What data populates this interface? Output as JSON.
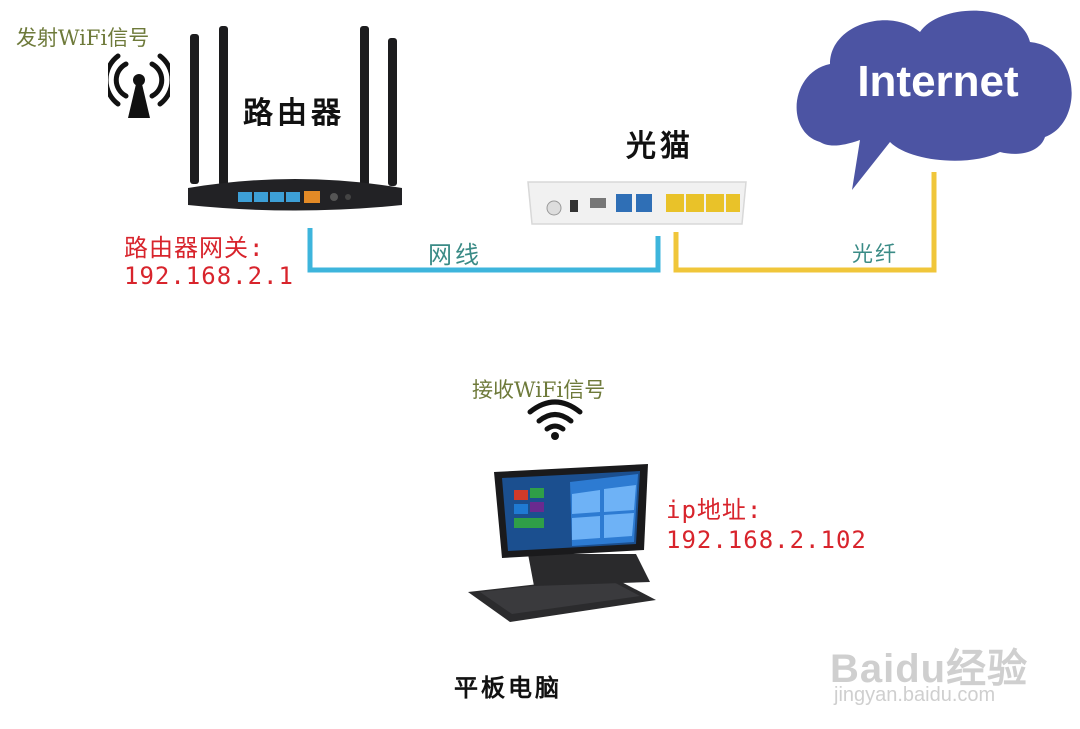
{
  "labels": {
    "emit_wifi": "发射WiFi信号",
    "router": "路由器",
    "modem": "光猫",
    "internet": "Internet",
    "router_gateway_title": "路由器网关:",
    "router_gateway_ip": "192.168.2.1",
    "cable": "网线",
    "fiber": "光纤",
    "receive_wifi": "接收WiFi信号",
    "ip_title": "ip地址:",
    "ip_value": "192.168.2.102",
    "tablet": "平板电脑",
    "watermark_brand": "Baidu经验",
    "watermark_url": "jingyan.baidu.com"
  },
  "colors": {
    "cable": "#3db5dc",
    "fiber": "#f0c63a",
    "cloud": "#4c54a3",
    "red_text": "#d8242c",
    "green_text": "#6e7a3a"
  }
}
